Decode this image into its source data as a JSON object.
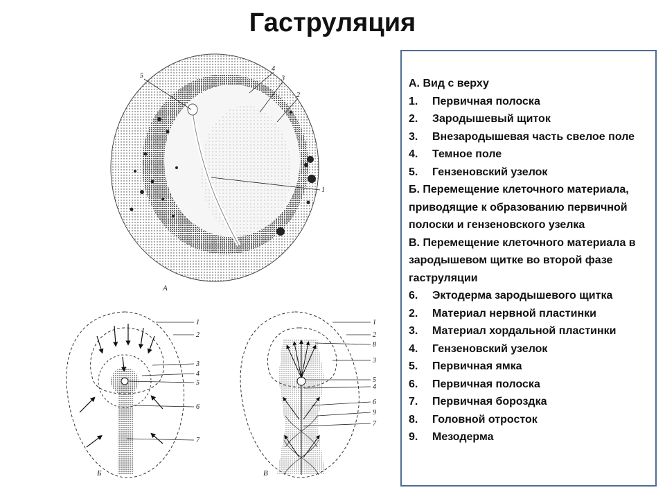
{
  "slide": {
    "title": "Гаструляция"
  },
  "figure": {
    "caption_a": "А",
    "caption_b": "Б",
    "caption_c": "В",
    "labels_a": [
      "5",
      "4",
      "3",
      "2",
      "1"
    ],
    "labels_b": [
      "1",
      "2",
      "3",
      "4",
      "5",
      "6",
      "7"
    ],
    "labels_c": [
      "1",
      "2",
      "8",
      "3",
      "5",
      "4",
      "6",
      "9",
      "7"
    ]
  },
  "legend": {
    "lines": [
      {
        "num": "",
        "text": "А. Вид с верху"
      },
      {
        "num": "1.",
        "text": "Первичная полоска"
      },
      {
        "num": "2.",
        "text": "Зародышевый щиток"
      },
      {
        "num": "3.",
        "text": "Внезародышевая часть свелое поле"
      },
      {
        "num": "4.",
        "text": "Темное поле"
      },
      {
        "num": "5.",
        "text": "Гензеновский узелок"
      },
      {
        "num": "",
        "text": "Б. Перемещение клеточного материала, приводящие к образованию первичной полоски и гензеновского узелка"
      },
      {
        "num": "",
        "text": "В. Перемещение клеточного материала в зародышевом щитке во второй фазе гаструляции"
      },
      {
        "num": "6.",
        "text": "Эктодерма зародышевого щитка"
      },
      {
        "num": "2.",
        "text": "Материал нервной пластинки"
      },
      {
        "num": "3.",
        "text": "Материал хордальной пластинки"
      },
      {
        "num": "4.",
        "text": "Гензеновский узелок"
      },
      {
        "num": "5.",
        "text": "Первичная ямка"
      },
      {
        "num": "6.",
        "text": "Первичная полоска"
      },
      {
        "num": "7.",
        "text": "Первичная бороздка"
      },
      {
        "num": "8.",
        "text": "Головной отросток"
      },
      {
        "num": "9.",
        "text": "Мезодерма"
      }
    ]
  }
}
